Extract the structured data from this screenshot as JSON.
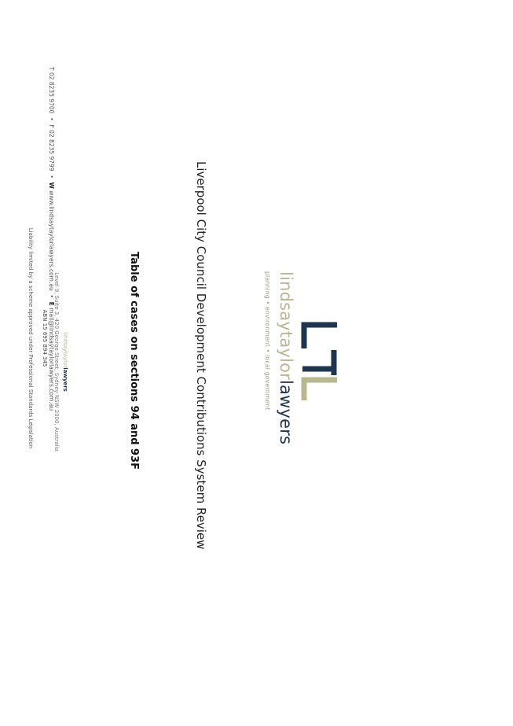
{
  "logo": {
    "word_light": "lindsaytaylor",
    "word_dark": "lawyers",
    "tagline": "planning • environment • local government",
    "colors": {
      "dark": "#1e3550",
      "light": "#b9b78f"
    }
  },
  "document": {
    "title": "Liverpool City Council Development Contributions System Review",
    "subtitle": "Table of cases on sections 94 and 93F"
  },
  "footer": {
    "brand_light": "lindsaytaylor",
    "brand_dark": "lawyers",
    "address": "Level 9, Suite 3, 420 George Street, Sydney NSW 2000, Australia",
    "telephone": "T 02 8235 9700",
    "fax": "F 02 8235 9799",
    "web_label": "W",
    "web": "www.lindsaytaylorlawyers.com.au",
    "email_label": "E",
    "email": "mail@lindsaytaylorlawyers.com.au",
    "abn": "ABN 15 695 894 345",
    "liability": "Liability limited by a scheme approved under Professional Standards Legislation"
  }
}
